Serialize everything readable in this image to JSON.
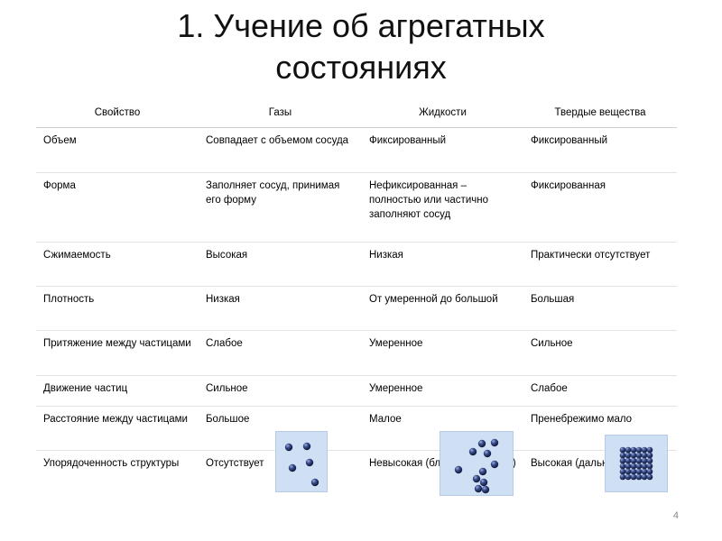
{
  "title": {
    "line1": "1. Учение об агрегатных",
    "line2": "состояниях"
  },
  "table": {
    "headers": [
      "Свойство",
      "Газы",
      "Жидкости",
      "Твердые вещества"
    ],
    "rows": [
      [
        "Объем",
        "Совпадает с объемом сосуда",
        "Фиксированный",
        "Фиксированный"
      ],
      [
        "Форма",
        "Заполняет сосуд, принимая его форму",
        "Нефиксированная – полностью или частично заполняют сосуд",
        "Фиксированная"
      ],
      [
        "Сжимаемость",
        "Высокая",
        "Низкая",
        "Практически отсутствует"
      ],
      [
        "Плотность",
        "Низкая",
        "От умеренной до большой",
        "Большая"
      ],
      [
        "Притяжение между частицами",
        "Слабое",
        "Умеренное",
        "Сильное"
      ],
      [
        "Движение частиц",
        "Сильное",
        "Умеренное",
        "Слабое"
      ],
      [
        "Расстояние между частицами",
        "Большое",
        "Малое",
        "Пренебрежимо мало"
      ],
      [
        "Упорядоченность структуры",
        "Отсутствует",
        "Невысокая (ближний порядок)",
        "Высокая (дальний порядок)"
      ]
    ]
  },
  "page_number": "4",
  "colors": {
    "particle": "#2e3f78",
    "picture_bg": "#cfe0f5"
  }
}
